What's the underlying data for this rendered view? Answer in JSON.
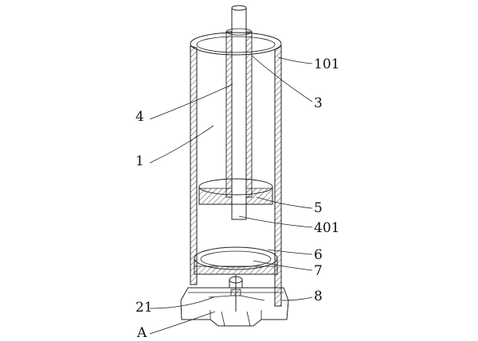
{
  "figure": {
    "description_free": true,
    "labels": {
      "l101": "101",
      "l3": "3",
      "l4": "4",
      "l1": "1",
      "l5": "5",
      "l401": "401",
      "l6": "6",
      "l7": "7",
      "l8": "8",
      "l21": "21",
      "lA": "A"
    }
  }
}
